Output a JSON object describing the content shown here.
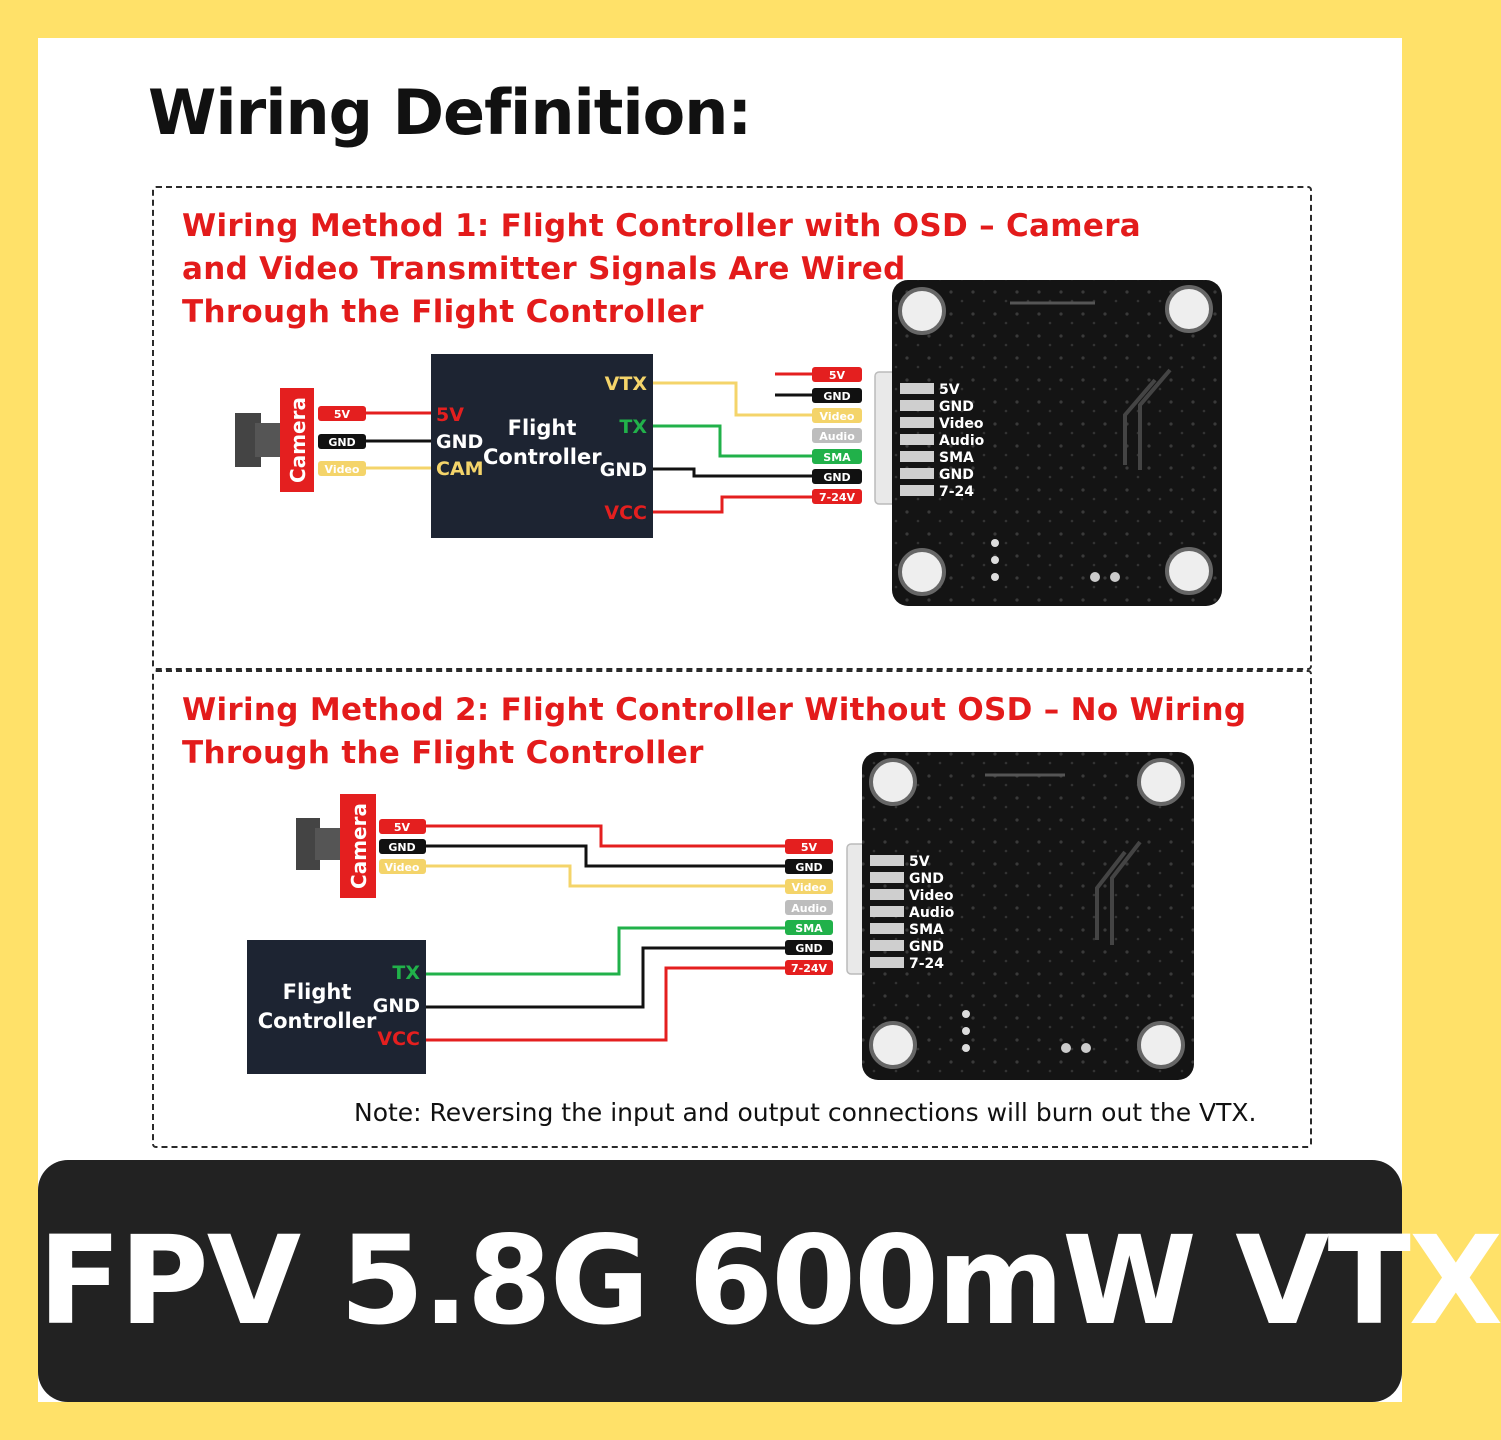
{
  "title": "Wiring Definition:",
  "method1": {
    "title_lines": [
      "Wiring Method 1: Flight Controller with OSD – Camera",
      "and Video Transmitter Signals Are Wired",
      "Through the Flight Controller"
    ],
    "camera_label": "Camera",
    "camera_tags": [
      "5V",
      "GND",
      "Video"
    ],
    "fc_lines": [
      "Flight",
      "Controller"
    ],
    "fc_left_pins": [
      "5V",
      "GND",
      "CAM"
    ],
    "fc_right_pins": [
      "VTX",
      "TX",
      "GND",
      "VCC"
    ]
  },
  "method2": {
    "title_lines": [
      "Wiring Method 2: Flight Controller Without OSD – No Wiring",
      "Through the Flight Controller"
    ],
    "camera_label": "Camera",
    "camera_tags": [
      "5V",
      "GND",
      "Video"
    ],
    "fc_lines": [
      "Flight",
      "Controller"
    ],
    "fc_pins": [
      "TX",
      "GND",
      "VCC"
    ]
  },
  "vtx_connector_tags": [
    "5V",
    "GND",
    "Video",
    "Audio",
    "SMA",
    "GND",
    "7-24V"
  ],
  "vtx_silkscreen": [
    "5V",
    "GND",
    "Video",
    "Audio",
    "SMA",
    "GND",
    "7-24"
  ],
  "note": "Note: Reversing the input and output connections will burn out the VTX.",
  "banner": "FPV 5.8G 600mW VTX",
  "colors": {
    "background": "#ffe169",
    "heading_red": "#e31b1b",
    "wire_red": "#e41f1f",
    "wire_black": "#111111",
    "wire_yellow": "#f4d46a",
    "wire_green": "#21b14a",
    "wire_grey": "#bdbdbd",
    "fc_box": "#1d2432",
    "banner": "#222222"
  }
}
